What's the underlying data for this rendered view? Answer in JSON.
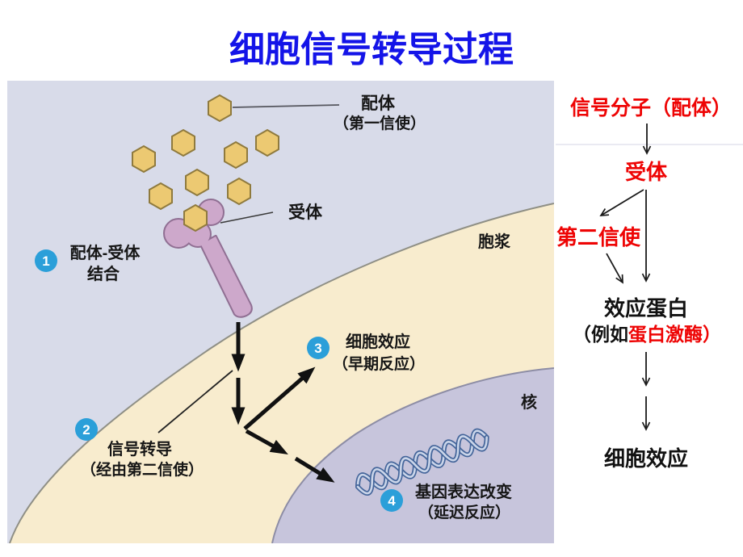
{
  "title": "细胞信号转导过程",
  "colors": {
    "title_blue": "#1414E8",
    "flow_red": "#EE0404",
    "text_black": "#111111",
    "step_badge_blue": "#2B9FD9",
    "hexagon_gold": "#ECC972",
    "receptor_pink": "#CDA8CB",
    "receptor_outline_purple": "#906F93",
    "extracellular_blue": "#D8DBE9",
    "cytoplasm_cream": "#F8ECCE",
    "nucleus_lavender": "#C7C5DC",
    "dna_blue": "#44659A"
  },
  "diagram": {
    "ligand_label": "配体",
    "ligand_sublabel": "（第一信使）",
    "receptor_label": "受体",
    "cytoplasm_label": "胞浆",
    "nucleus_label": "核",
    "steps": [
      {
        "num": "1",
        "label": "配体-受体",
        "sublabel": "结合"
      },
      {
        "num": "2",
        "label": "信号转导",
        "sublabel": "（经由第二信使）"
      },
      {
        "num": "3",
        "label": "细胞效应",
        "sublabel": "（早期反应）"
      },
      {
        "num": "4",
        "label": "基因表达改变",
        "sublabel": "（延迟反应）"
      }
    ]
  },
  "flowchart": {
    "node_signal": "信号分子（配体）",
    "node_receptor": "受体",
    "node_second_messenger": "第二信使",
    "node_effector": "效应蛋白",
    "node_effector_sub_prefix": "（例如",
    "node_effector_sub_highlight": "蛋白激酶",
    "node_effector_sub_suffix": "）",
    "node_cell_effect": "细胞效应"
  }
}
